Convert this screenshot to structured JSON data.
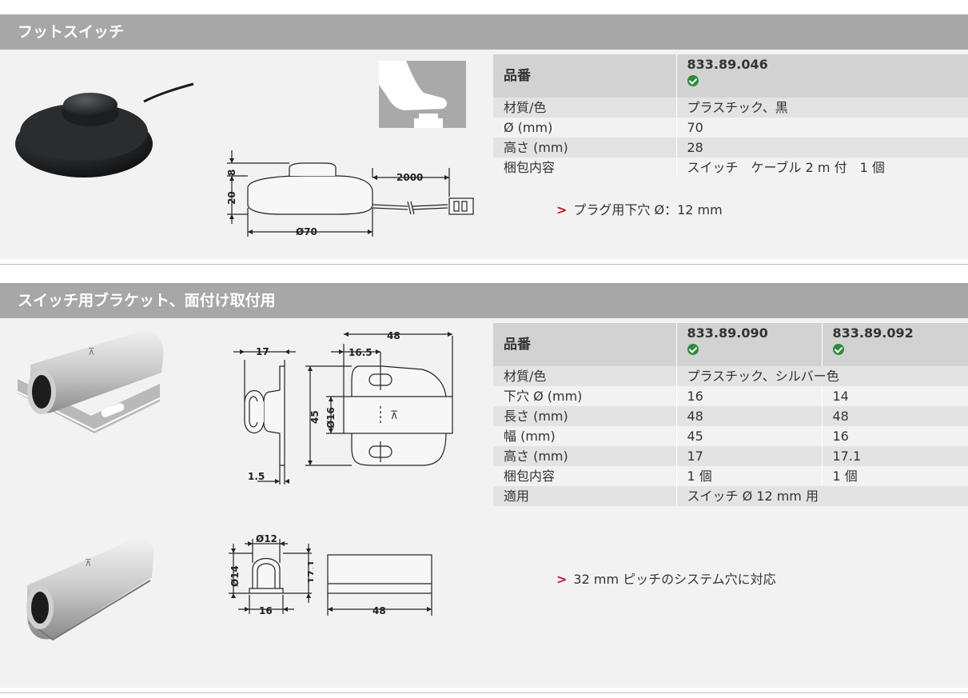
{
  "section1": {
    "title": "フットスイッチ",
    "dims": {
      "d1": "8",
      "d2": "20",
      "d3": "Ø70",
      "d4": "2000"
    },
    "table": {
      "header_label": "品番",
      "codes": [
        "833.89.046"
      ],
      "rows": [
        {
          "label": "材質/色",
          "value": "プラスチック、黒"
        },
        {
          "label": "Ø (mm)",
          "value": "70"
        },
        {
          "label": "高さ (mm)",
          "value": "28"
        },
        {
          "label": "梱包内容",
          "value": "スイッチ　ケーブル 2 m 付　1 個"
        }
      ]
    },
    "note": "プラグ用下穴 Ø：12 mm"
  },
  "section2": {
    "title": "スイッチ用ブラケット、面付け取付用",
    "dims_a": {
      "w17": "17",
      "w165": "16.5",
      "w48": "48",
      "h45": "45",
      "d16": "Ø16",
      "t15": "1.5"
    },
    "dims_b": {
      "d12": "Ø12",
      "d14": "Ø14",
      "h171": "17.1",
      "w16": "16",
      "w48": "48"
    },
    "table": {
      "header_label": "品番",
      "codes": [
        "833.89.090",
        "833.89.092"
      ],
      "rows": [
        {
          "label": "材質/色",
          "value": "プラスチック、シルバー色"
        },
        {
          "label": "下穴 Ø (mm)",
          "v1": "16",
          "v2": "14"
        },
        {
          "label": "長さ (mm)",
          "v1": "48",
          "v2": "48"
        },
        {
          "label": "幅 (mm)",
          "v1": "45",
          "v2": "16"
        },
        {
          "label": "高さ (mm)",
          "v1": "17",
          "v2": "17.1"
        },
        {
          "label": "梱包内容",
          "v1": "1 個",
          "v2": "1 個"
        },
        {
          "label": "適用",
          "value": "スイッチ Ø 12 mm 用"
        }
      ]
    },
    "note": "32 mm ピッチのシステム穴に対応"
  },
  "colors": {
    "header_bg": "#a7a7a7",
    "body_bg": "#f2f2f2",
    "row_dark": "#e3e3e3",
    "check_green": "#2e8b3f",
    "arrow_red": "#c0172f"
  }
}
